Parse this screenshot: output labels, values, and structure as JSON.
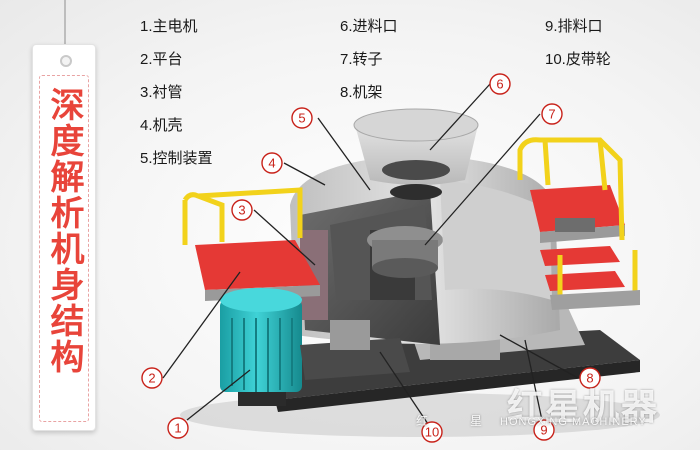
{
  "title": "深度解析机身结构",
  "legend": [
    {
      "label": "1.主电机"
    },
    {
      "label": "2.平台"
    },
    {
      "label": "3.衬管"
    },
    {
      "label": "4.机壳"
    },
    {
      "label": "5.控制装置"
    },
    {
      "label": "6.进料口"
    },
    {
      "label": "7.转子"
    },
    {
      "label": "8.机架"
    },
    {
      "label": "9.排料口"
    },
    {
      "label": "10.皮带轮"
    }
  ],
  "callouts": [
    "1",
    "2",
    "3",
    "4",
    "5",
    "6",
    "7",
    "8",
    "9",
    "10"
  ],
  "watermark": {
    "brand": "红星机器",
    "sub": "HONGXING MACHINERY",
    "small_a": "红",
    "small_b": "星"
  },
  "colors": {
    "title": "#e8443a",
    "callout": "#c8221a",
    "platform": "#e53935",
    "motor": "#2cc0c4",
    "railing": "#f2d21b",
    "body": "#d3d3d3"
  }
}
